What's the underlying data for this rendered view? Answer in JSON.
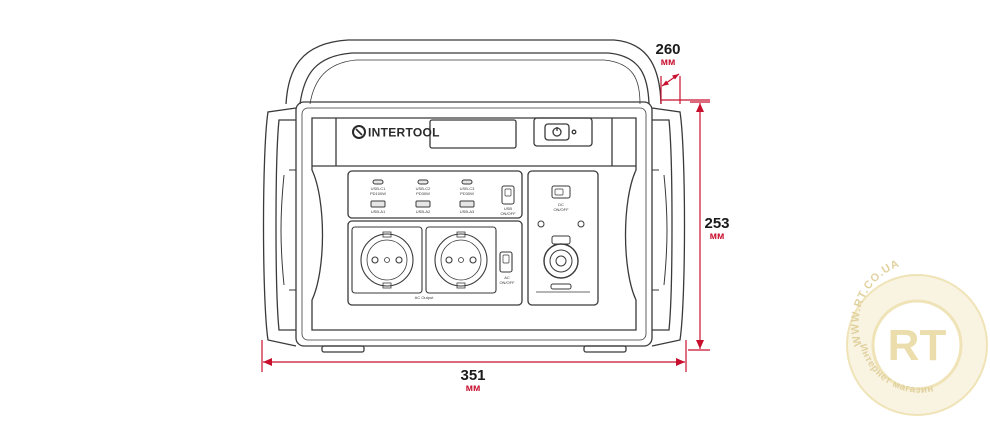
{
  "brand": "INTERTOOL",
  "ports": {
    "usb_c1": [
      "USB-C1",
      "PD100W"
    ],
    "usb_c2": [
      "USB-C2",
      "PD30W"
    ],
    "usb_c3": [
      "USB-C3",
      "PD30W"
    ],
    "usb_a1": "USB-A1",
    "usb_a2": "USB-A2",
    "usb_a3": "USB-A3",
    "usb_switch": [
      "USB",
      "ON/OFF"
    ],
    "dc_switch": [
      "DC",
      "ON/OFF"
    ],
    "ac_switch": [
      "AC",
      "ON/OFF"
    ],
    "ac_output": "AC Output"
  },
  "dimensions": {
    "depth_value": "260",
    "height_value": "253",
    "width_value": "351",
    "unit": "мм"
  },
  "watermark": {
    "top_text": "WWW.RT.CO.UA",
    "logo": "RT",
    "bottom_text": "Интернет магазин"
  },
  "colors": {
    "line": "#3a3a3a",
    "dimension": "#c8102e",
    "watermark": "#e8d58a"
  }
}
